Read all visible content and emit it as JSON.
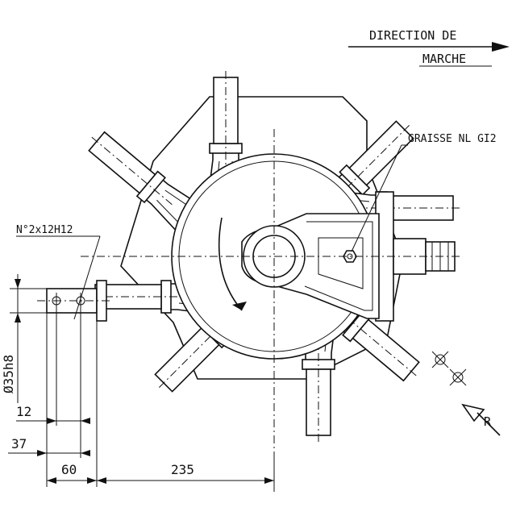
{
  "labels": {
    "direction_line1": "DIRECTION DE",
    "direction_line2": "MARCHE",
    "grease": "GRAISSE NL GI2",
    "holes": "N°2x12H12",
    "shaft_dia": "Ø35h8",
    "dim_12": "12",
    "dim_37": "37",
    "dim_60": "60",
    "dim_235": "235",
    "rotation": "R"
  },
  "colors": {
    "ink": "#111111",
    "paper": "#ffffff"
  }
}
